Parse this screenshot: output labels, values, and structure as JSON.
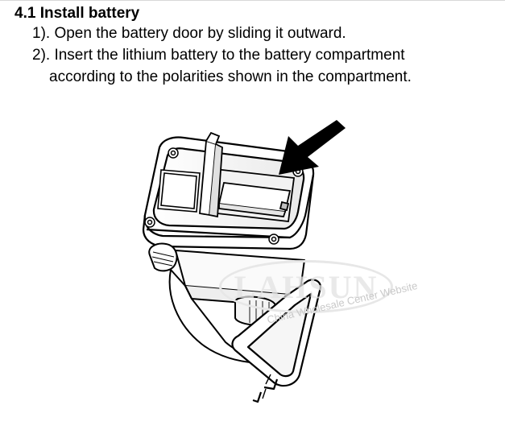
{
  "document": {
    "heading": "4.1 Install battery",
    "steps": [
      "1). Open the battery door by sliding it outward.",
      "2). Insert the lithium battery to the battery compartment",
      "according to the polarities shown in the compartment."
    ]
  },
  "watermark": {
    "logo": "LAHSUN",
    "caption": "China Wholesale Center Website"
  },
  "figure": {
    "icon": "battery-installation-illustration",
    "line_color": "#000000"
  }
}
